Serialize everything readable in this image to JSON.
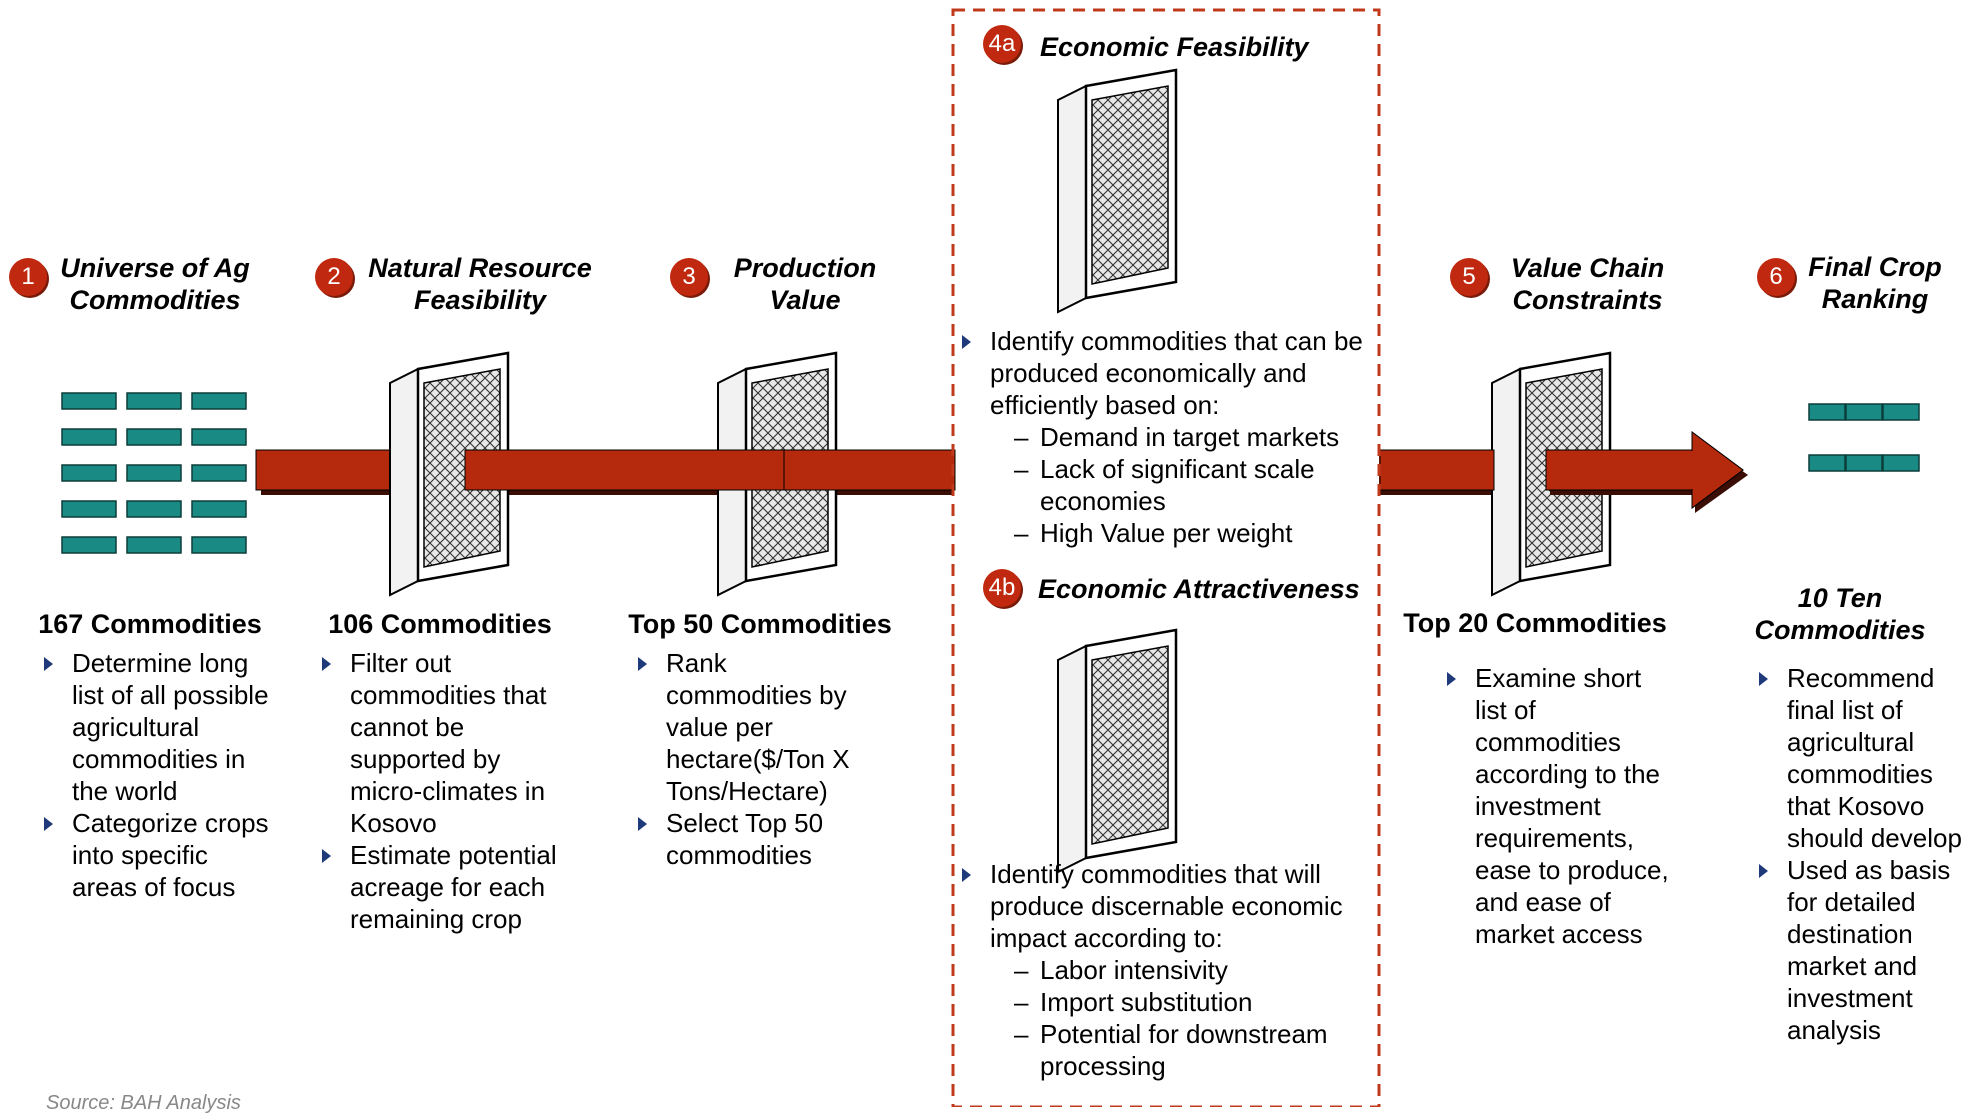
{
  "steps": [
    {
      "num": "1",
      "title_l1": "Universe of Ag",
      "title_l2": "Commodities",
      "count": "167 Commodities",
      "bullets": [
        "Determine long list of all possible agricultural commodities in the world",
        "Categorize crops into specific areas of focus"
      ]
    },
    {
      "num": "2",
      "title_l1": "Natural Resource",
      "title_l2": "Feasibility",
      "count": "106 Commodities",
      "bullets": [
        "Filter out commodities that cannot be supported by micro-climates in Kosovo",
        "Estimate potential acreage for each remaining crop"
      ]
    },
    {
      "num": "3",
      "title_l1": "Production",
      "title_l2": "Value",
      "count": "Top 50 Commodities",
      "bullets": [
        "Rank commodities by value per hectare($/Ton X Tons/Hectare)",
        "Select Top 50 commodities"
      ]
    },
    {
      "num": "5",
      "title_l1": "Value Chain",
      "title_l2": "Constraints",
      "count": "Top 20 Commodities",
      "bullets": [
        "Examine short list of commodities according to the investment requirements, ease to produce, and ease of market access"
      ]
    },
    {
      "num": "6",
      "title_l1": "Final Crop",
      "title_l2": "Ranking",
      "count_l1": "10 Ten",
      "count_l2": "Commodities",
      "bullets": [
        "Recommend final list of agricultural commodities that Kosovo should develop",
        "Used as basis for detailed destination market and investment analysis"
      ]
    }
  ],
  "step4a": {
    "num": "4a",
    "title": "Economic Feasibility",
    "bullet": "Identify commodities that can be produced economically and efficiently based on:",
    "dashes": [
      "Demand in target markets",
      "Lack of significant scale economies",
      "High Value per weight"
    ]
  },
  "step4b": {
    "num": "4b",
    "title": "Economic Attractiveness",
    "bullet": "Identify commodities that will produce discernable economic impact according to:",
    "dashes": [
      "Labor intensivity",
      "Import substitution",
      "Potential for downstream processing"
    ]
  },
  "source": "Source: BAH Analysis",
  "colors": {
    "arrow": "#b52a0c",
    "badge": "#c0290f",
    "tile": "#1a8a84",
    "dashed_border": "#c0391b"
  },
  "icons": {
    "filter": "screen-filter-icon",
    "commodity": "commodity-tile-icon",
    "bullet": "triangle-bullet-icon"
  }
}
